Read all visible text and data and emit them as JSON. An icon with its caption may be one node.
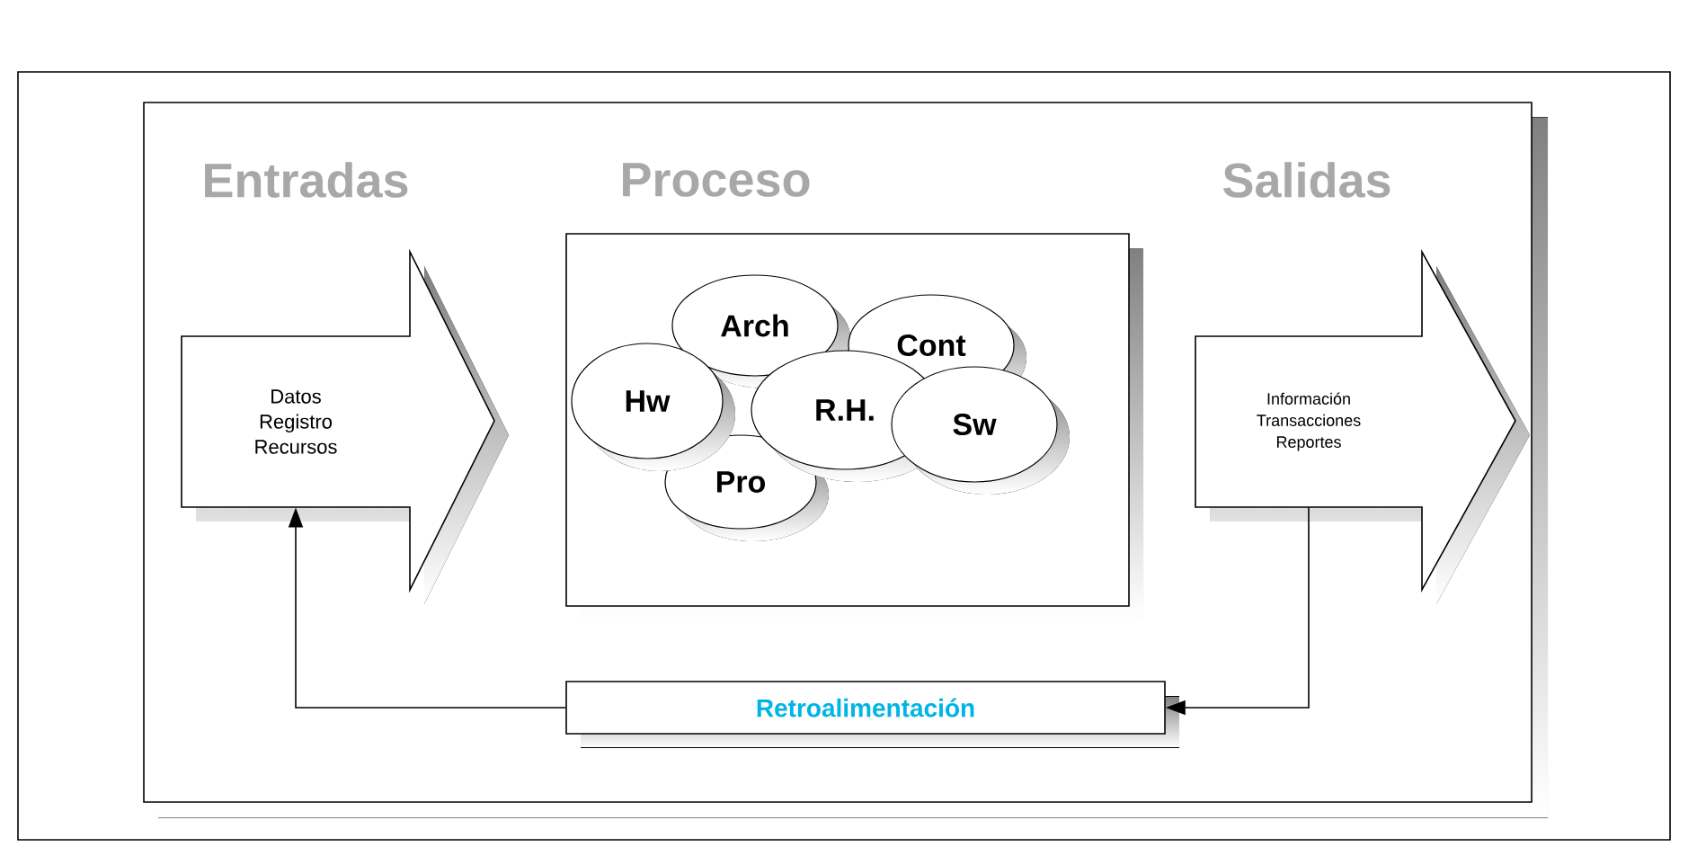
{
  "diagram": {
    "nodes": [
      {
        "text": [
          "Entradas",
          "Datos Registro Recursos"
        ]
      },
      {
        "text": [
          "Proceso"
        ]
      },
      {
        "text": [
          "Arch"
        ],
        "in": 1
      },
      {
        "text": [
          "Cont"
        ],
        "in": 1
      },
      {
        "text": [
          "Hw"
        ],
        "in": 1
      },
      {
        "text": [
          "R.H."
        ],
        "in": 1
      },
      {
        "text": [
          "Sw"
        ],
        "in": 1
      },
      {
        "text": [
          "Pro"
        ],
        "in": 1
      },
      {
        "text": [
          "Salidas",
          "Información Transacciones Reportes"
        ]
      },
      {
        "text": [
          "Retroalimentación"
        ]
      }
    ],
    "edges": [
      {
        "from": 8,
        "to": 9,
        "arrow": "to"
      },
      {
        "from": 9,
        "to": 0,
        "arrow": "to"
      }
    ]
  }
}
